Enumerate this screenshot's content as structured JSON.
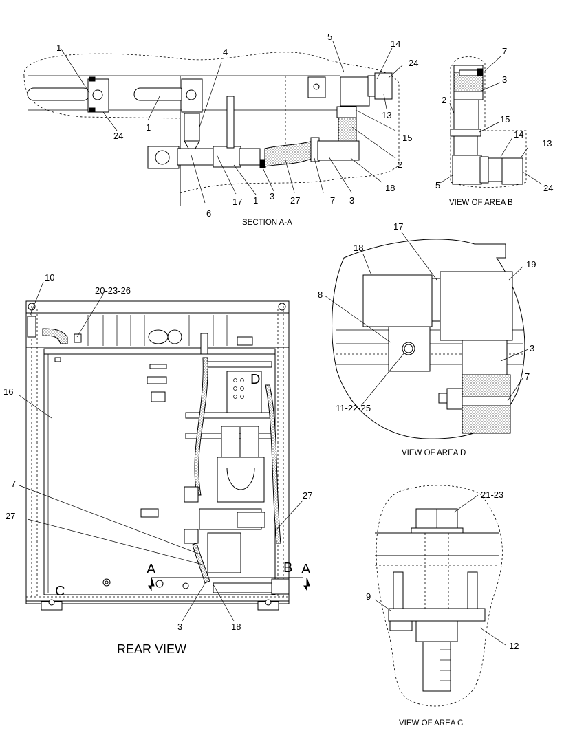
{
  "section_aa": {
    "caption": "SECTION A-A",
    "callouts": [
      "1",
      "4",
      "5",
      "14",
      "24",
      "13",
      "15",
      "2",
      "18",
      "24",
      "1",
      "6",
      "17",
      "1",
      "3",
      "27",
      "7",
      "3"
    ]
  },
  "view_area_b": {
    "caption": "VIEW OF AREA B",
    "callouts": [
      "7",
      "3",
      "2",
      "15",
      "14",
      "13",
      "5",
      "24"
    ]
  },
  "view_area_d": {
    "caption": "VIEW OF AREA D",
    "callouts": [
      "17",
      "18",
      "19",
      "8",
      "3",
      "7",
      "11-22-25"
    ]
  },
  "rear_view": {
    "caption": "REAR VIEW",
    "callouts": [
      "10",
      "20-23-26",
      "16",
      "7",
      "27",
      "27",
      "3",
      "18"
    ],
    "area_letters": [
      "D",
      "C",
      "B"
    ],
    "section_marks": [
      "A",
      "A"
    ]
  },
  "view_area_c": {
    "caption": "VIEW OF AREA C",
    "callouts": [
      "21-23",
      "9",
      "12"
    ]
  }
}
